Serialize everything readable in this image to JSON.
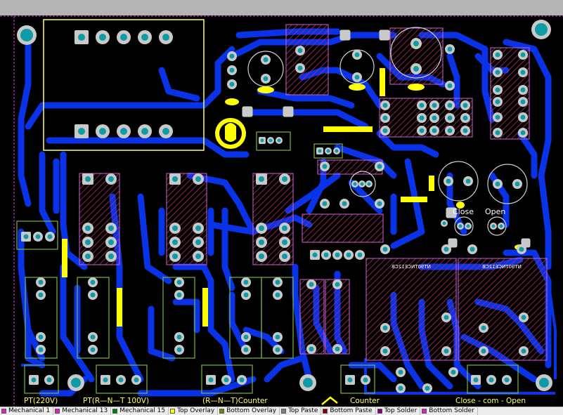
{
  "board": {
    "bottom_labels": {
      "pt220": "PT(220V)",
      "pt100": "PT(R—N—T 100V)",
      "counter_rnt": "(R—N—T)Counter",
      "counter": "Counter",
      "close_com_open": "Close - com - Open"
    },
    "panel_labels": {
      "close": "Close",
      "open": "Open"
    },
    "relay_text_left": "NT90TNCE12CB",
    "relay_text_right": "NT90TNCE12CB",
    "colors": {
      "background": "#000000",
      "bottom_copper": "#0a32e6",
      "silkscreen": "#ffff66",
      "pad": "#c9c9c9",
      "pad_hole": "#0e9aa7",
      "hatch": "#b03060",
      "outline": "#d060d0"
    }
  },
  "legend": {
    "layers": [
      {
        "name": "Mechanical 1",
        "color": "#e020c0"
      },
      {
        "name": "Mechanical 13",
        "color": "#e020c0"
      },
      {
        "name": "Mechanical 15",
        "color": "#008000"
      },
      {
        "name": "Top Overlay",
        "color": "#ffff00"
      },
      {
        "name": "Bottom Overlay",
        "color": "#808000"
      },
      {
        "name": "Top Paste",
        "color": "#808080"
      },
      {
        "name": "Bottom Paste",
        "color": "#800000"
      },
      {
        "name": "Top Solder",
        "color": "#800080"
      },
      {
        "name": "Bottom Solder",
        "color": "#e020c0"
      }
    ]
  }
}
